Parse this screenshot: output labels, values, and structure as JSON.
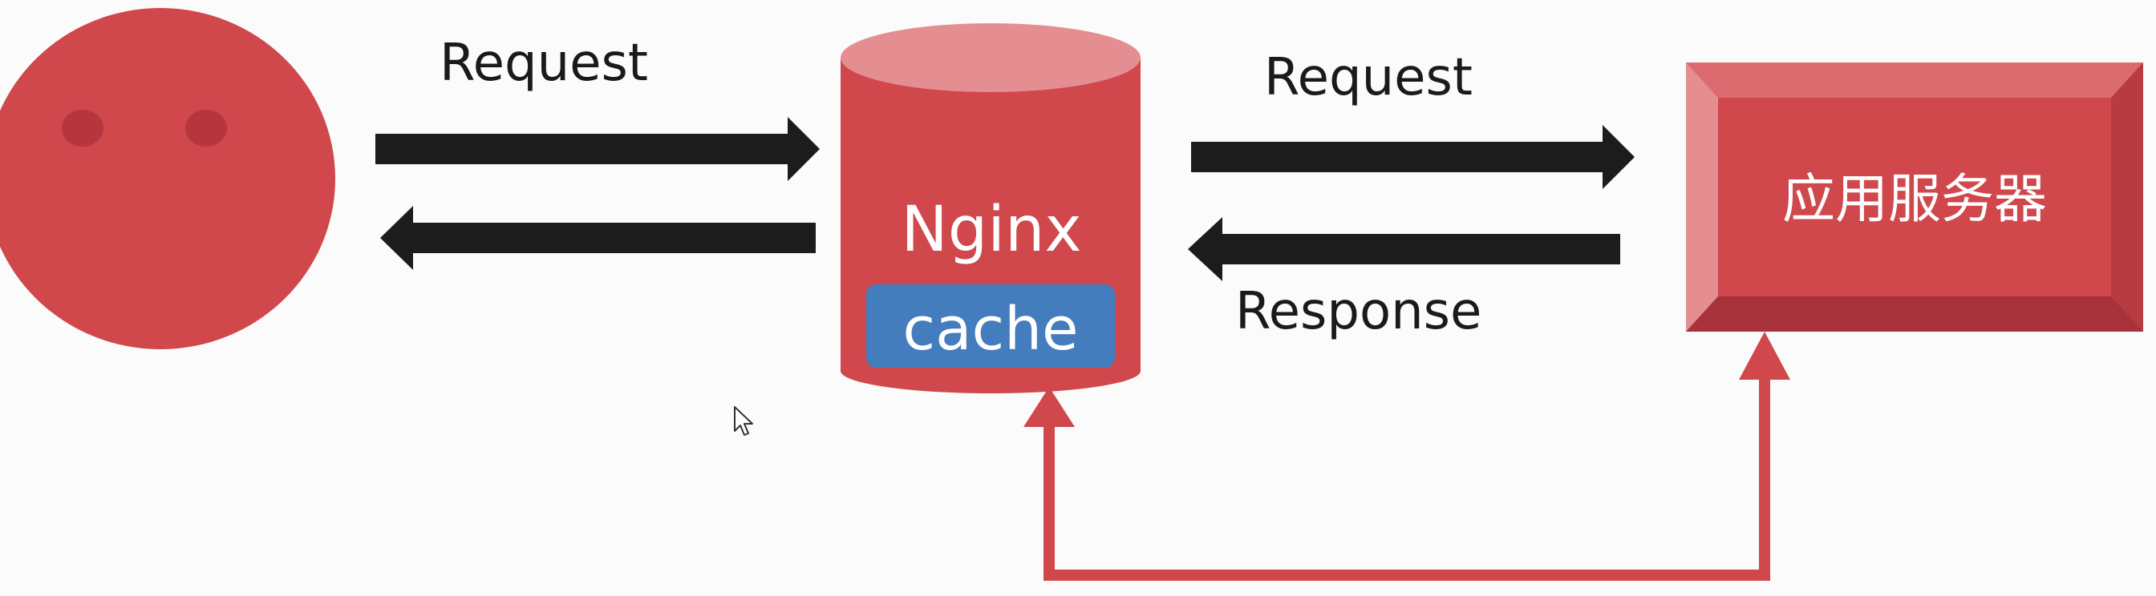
{
  "labels": {
    "request_left": "Request",
    "request_right": "Request",
    "response": "Response",
    "nginx": "Nginx",
    "cache": "cache",
    "server": "应用服务器"
  },
  "colors": {
    "background": "#fafbfa",
    "red": "#d0474c",
    "red_light": "#e48e92",
    "red_dark": "#a8323a",
    "arrow_black": "#1c1c1c",
    "cache_blue": "#437dbd",
    "text_dark": "#1a1a1a",
    "text_white": "#ffffff"
  },
  "icons": {
    "cursor": "mouse-pointer-icon"
  }
}
